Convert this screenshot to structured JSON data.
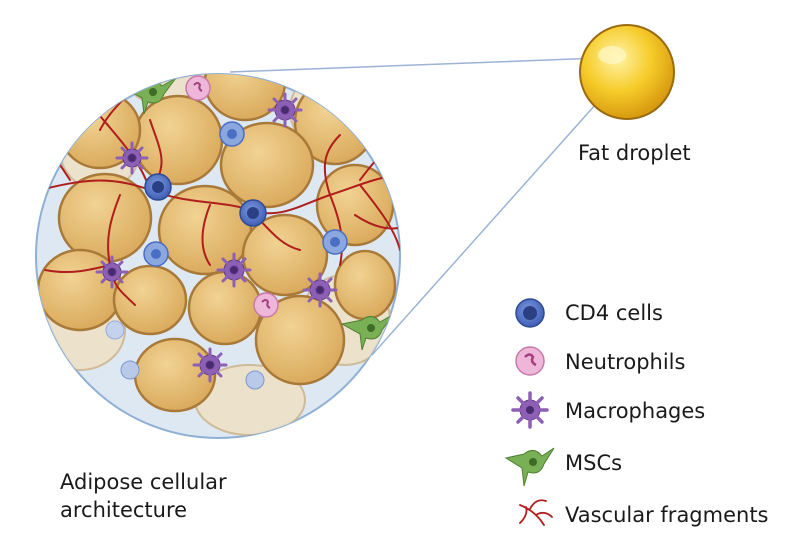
{
  "fat_droplet": {
    "label": "Fat droplet",
    "fill": "#f3c21a"
  },
  "tissue": {
    "label_line1": "Adipose cellular",
    "label_line2": "architecture",
    "adipocyte_fill": "#e9c178",
    "ring_fill": "#dde8f2"
  },
  "legend": [
    {
      "icon": "cd4-cell-icon",
      "label": "CD4 cells",
      "color": "#4a6ec4"
    },
    {
      "icon": "neutrophil-icon",
      "label": "Neutrophils",
      "color": "#e8a2cf"
    },
    {
      "icon": "macrophage-icon",
      "label": "Macrophages",
      "color": "#8d5fb5"
    },
    {
      "icon": "msc-icon",
      "label": "MSCs",
      "color": "#7ab055"
    },
    {
      "icon": "vascular-fragment-icon",
      "label": "Vascular fragments",
      "color": "#b01d1d"
    }
  ]
}
